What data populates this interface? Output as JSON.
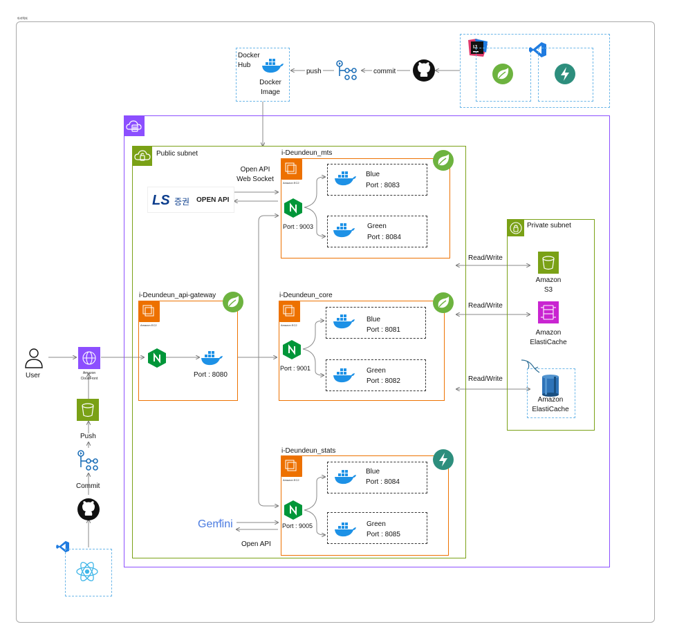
{
  "page": {
    "tab_title": "아키텍처"
  },
  "build": {
    "docker_hub": "Docker\nHub",
    "docker_image": "Docker\nImage",
    "push": "push",
    "commit": "commit"
  },
  "public_subnet": {
    "title": "Public subnet"
  },
  "private_subnet": {
    "title": "Private subnet",
    "rw1": "Read/Write",
    "rw2": "Read/Write",
    "rw3": "Read/Write",
    "s3": "Amazon\nS3",
    "elasticache": "Amazon\nElastiCache",
    "elasticache2": "Amazon\nElastiCache"
  },
  "mts": {
    "title": "i-Deundeun_mts",
    "openapi_ws": "Open API\nWeb Socket",
    "port": "Port : 9003",
    "blue_title": "Blue",
    "blue_port": "Port : 8083",
    "green_title": "Green",
    "green_port": "Port : 8084",
    "ec2": "Amazon EC2"
  },
  "ls": {
    "logo": "LS",
    "korean": "증권",
    "openapi": "OPEN API"
  },
  "gateway": {
    "title": "i-Deundeun_api-gateway",
    "port": "Port : 8080",
    "ec2": "Amazon EC2"
  },
  "core": {
    "title": "i-Deundeun_core",
    "port": "Port : 9001",
    "blue_title": "Blue",
    "blue_port": "Port : 8081",
    "green_title": "Green",
    "green_port": "Port : 8082",
    "ec2": "Amazon EC2"
  },
  "stats": {
    "title": "i-Deundeun_stats",
    "port": "Port : 9005",
    "blue_title": "Blue",
    "blue_port": "Port : 8084",
    "green_title": "Green",
    "green_port": "Port : 8085",
    "ec2": "Amazon EC2"
  },
  "gemini": {
    "logo": "Gemini",
    "open_api": "Open API"
  },
  "client": {
    "user": "User",
    "cloudfront": "Amazon\nCloudFront",
    "push": "Push",
    "commit": "Commit"
  },
  "colors": {
    "aws_orange": "#ED7100",
    "vpc_purple": "#8C4FFF",
    "subnet_green": "#7AA116",
    "spring_green": "#6DB33F",
    "docker_blue": "#1D91E6",
    "nginx_green": "#009639",
    "dashed_blue": "#6BB6E8",
    "elasticache_pink": "#C925D1",
    "fastapi_teal": "#2D8E7D"
  }
}
